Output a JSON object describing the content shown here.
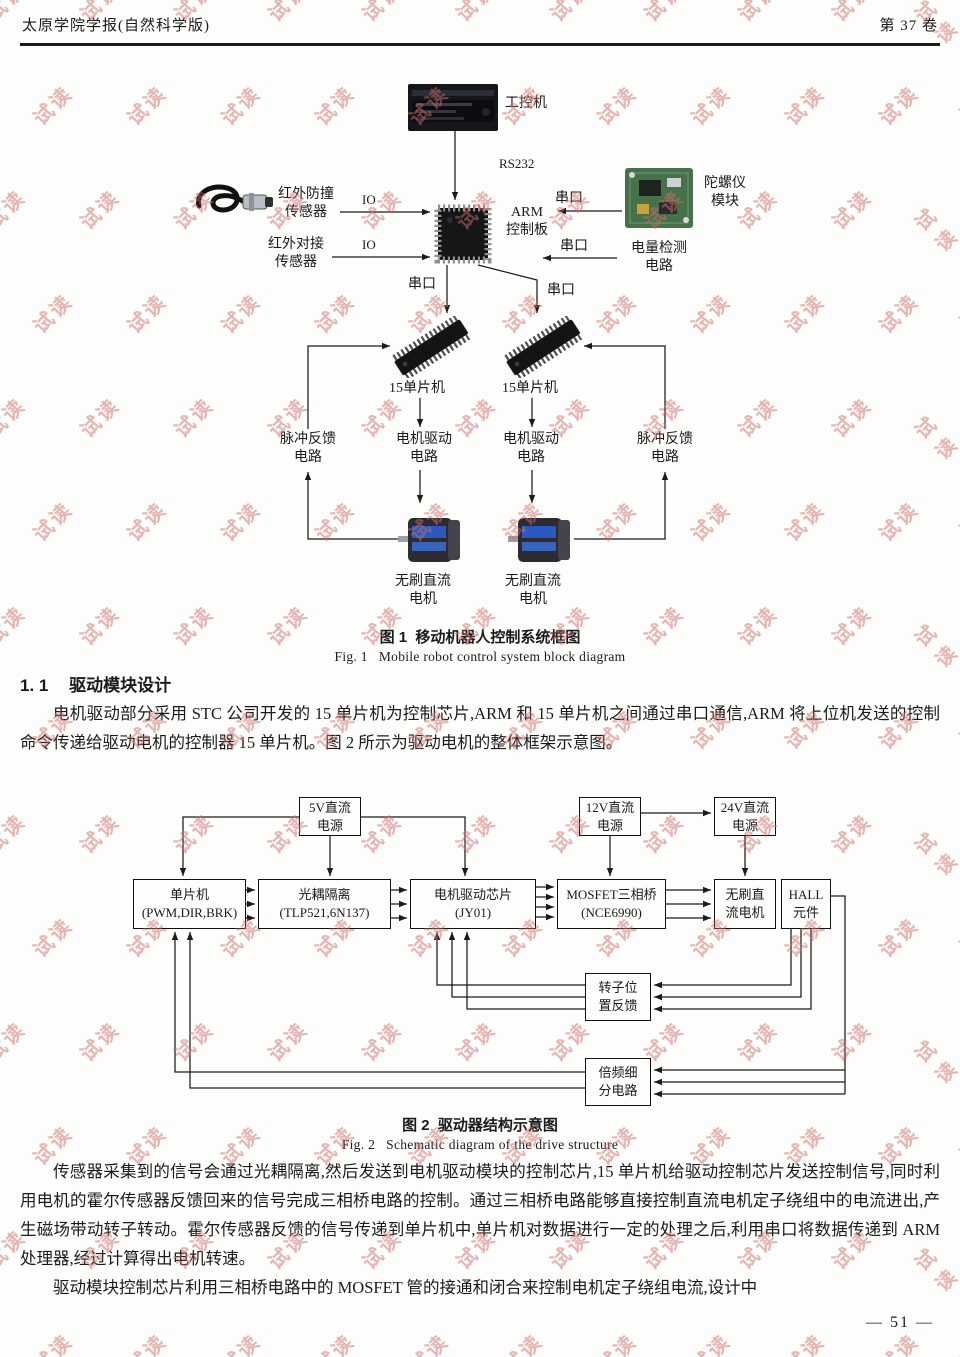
{
  "watermark": {
    "text": "试读",
    "color": "#cf6f6f"
  },
  "header": {
    "left": "太原学院学报(自然科学版)",
    "right": "第 37 卷"
  },
  "fig1": {
    "labels": {
      "ipc": "工控机",
      "rs232": "RS232",
      "arm": "ARM\n控制板",
      "gyro": "陀螺仪\n模块",
      "serial_gyro": "串口",
      "ir_collision": "红外防撞\n传感器",
      "io_collision": "IO",
      "ir_docking": "红外对接\n传感器",
      "io_docking": "IO",
      "power_detect": "电量检测\n电路",
      "serial_power": "串口",
      "serial_left": "串口",
      "serial_right": "串口",
      "mcu_left": "15单片机",
      "mcu_right": "15单片机",
      "drive_left": "电机驱动\n电路",
      "drive_right": "电机驱动\n电路",
      "pulse_left": "脉冲反馈\n电路",
      "pulse_right": "脉冲反馈\n电路",
      "motor_left": "无刷直流\n电机",
      "motor_right": "无刷直流\n电机"
    },
    "caption_zh": "图 1  移动机器人控制系统框图",
    "caption_en": "Fig. 1   Mobile robot control system block diagram"
  },
  "section_1_1": {
    "number": "1. 1",
    "title": "驱动模块设计"
  },
  "paragraphs": {
    "p1": "电机驱动部分采用 STC 公司开发的 15 单片机为控制芯片,ARM 和 15 单片机之间通过串口通信,ARM 将上位机发送的控制命令传递给驱动电机的控制器 15 单片机。图 2 所示为驱动电机的整体框架示意图。",
    "p2": "传感器采集到的信号会通过光耦隔离,然后发送到电机驱动模块的控制芯片,15 单片机给驱动控制芯片发送控制信号,同时利用电机的霍尔传感器反馈回来的信号完成三相桥电路的控制。通过三相桥电路能够直接控制直流电机定子绕组中的电流进出,产生磁场带动转子转动。霍尔传感器反馈的信号传递到单片机中,单片机对数据进行一定的处理之后,利用串口将数据传递到 ARM 处理器,经过计算得出电机转速。",
    "p3": "驱动模块控制芯片利用三相桥电路中的 MOSFET 管的接通和闭合来控制电机定子绕组电流,设计中"
  },
  "fig2": {
    "boxes": {
      "psu5": "5V直流\n电源",
      "psu12": "12V直流\n电源",
      "psu24": "24V直流\n电源",
      "mcu": "单片机\n(PWM,DIR,BRK)",
      "opto": "光耦隔离\n(TLP521,6N137)",
      "driver": "电机驱动芯片\n(JY01)",
      "mosfet": "MOSFET三相桥\n(NCE6990)",
      "motor": "无刷直\n流电机",
      "hall": "HALL\n元件",
      "rotor": "转子位\n置反馈",
      "freq": "倍频细\n分电路"
    },
    "caption_zh": "图 2  驱动器结构示意图",
    "caption_en": "Fig. 2   Schematic diagram of the drive structure"
  },
  "footer": {
    "page_number": "— 51 —"
  }
}
